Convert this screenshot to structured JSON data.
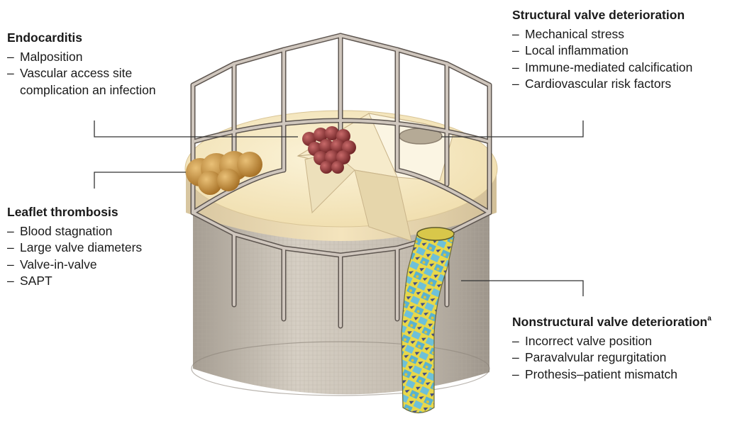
{
  "annotations": {
    "endocarditis": {
      "title": "Endocarditis",
      "items": [
        "Malposition",
        "Vascular access site complication an infection"
      ],
      "item_lines": [
        [
          "Malposition"
        ],
        [
          "Vascular access site",
          "complication an infection"
        ]
      ]
    },
    "structural": {
      "title": "Structural valve deterioration",
      "items": [
        "Mechanical stress",
        "Local inflammation",
        "Immune-mediated calcification",
        "Cardiovascular risk factors"
      ]
    },
    "thrombosis": {
      "title": "Leaflet thrombosis",
      "items": [
        "Blood stagnation",
        "Large valve diameters",
        "Valve-in-valve",
        "SAPT"
      ]
    },
    "nonstructural": {
      "title": "Nonstructural valve deterioration",
      "footnote_mark": "a",
      "items": [
        "Incorrect valve position",
        "Paravalvular regurgitation",
        "Prothesis–patient mismatch"
      ]
    }
  },
  "bullet_char": "–",
  "colors": {
    "leaflet_top": "#f8ecc6",
    "skirt": "#c9c2b7",
    "frame": "#bdb4ab",
    "frame_edge": "#5e5650",
    "vegetation": "#9b3b3d",
    "thrombus": "#c9963c",
    "leader_line": "#333333"
  }
}
